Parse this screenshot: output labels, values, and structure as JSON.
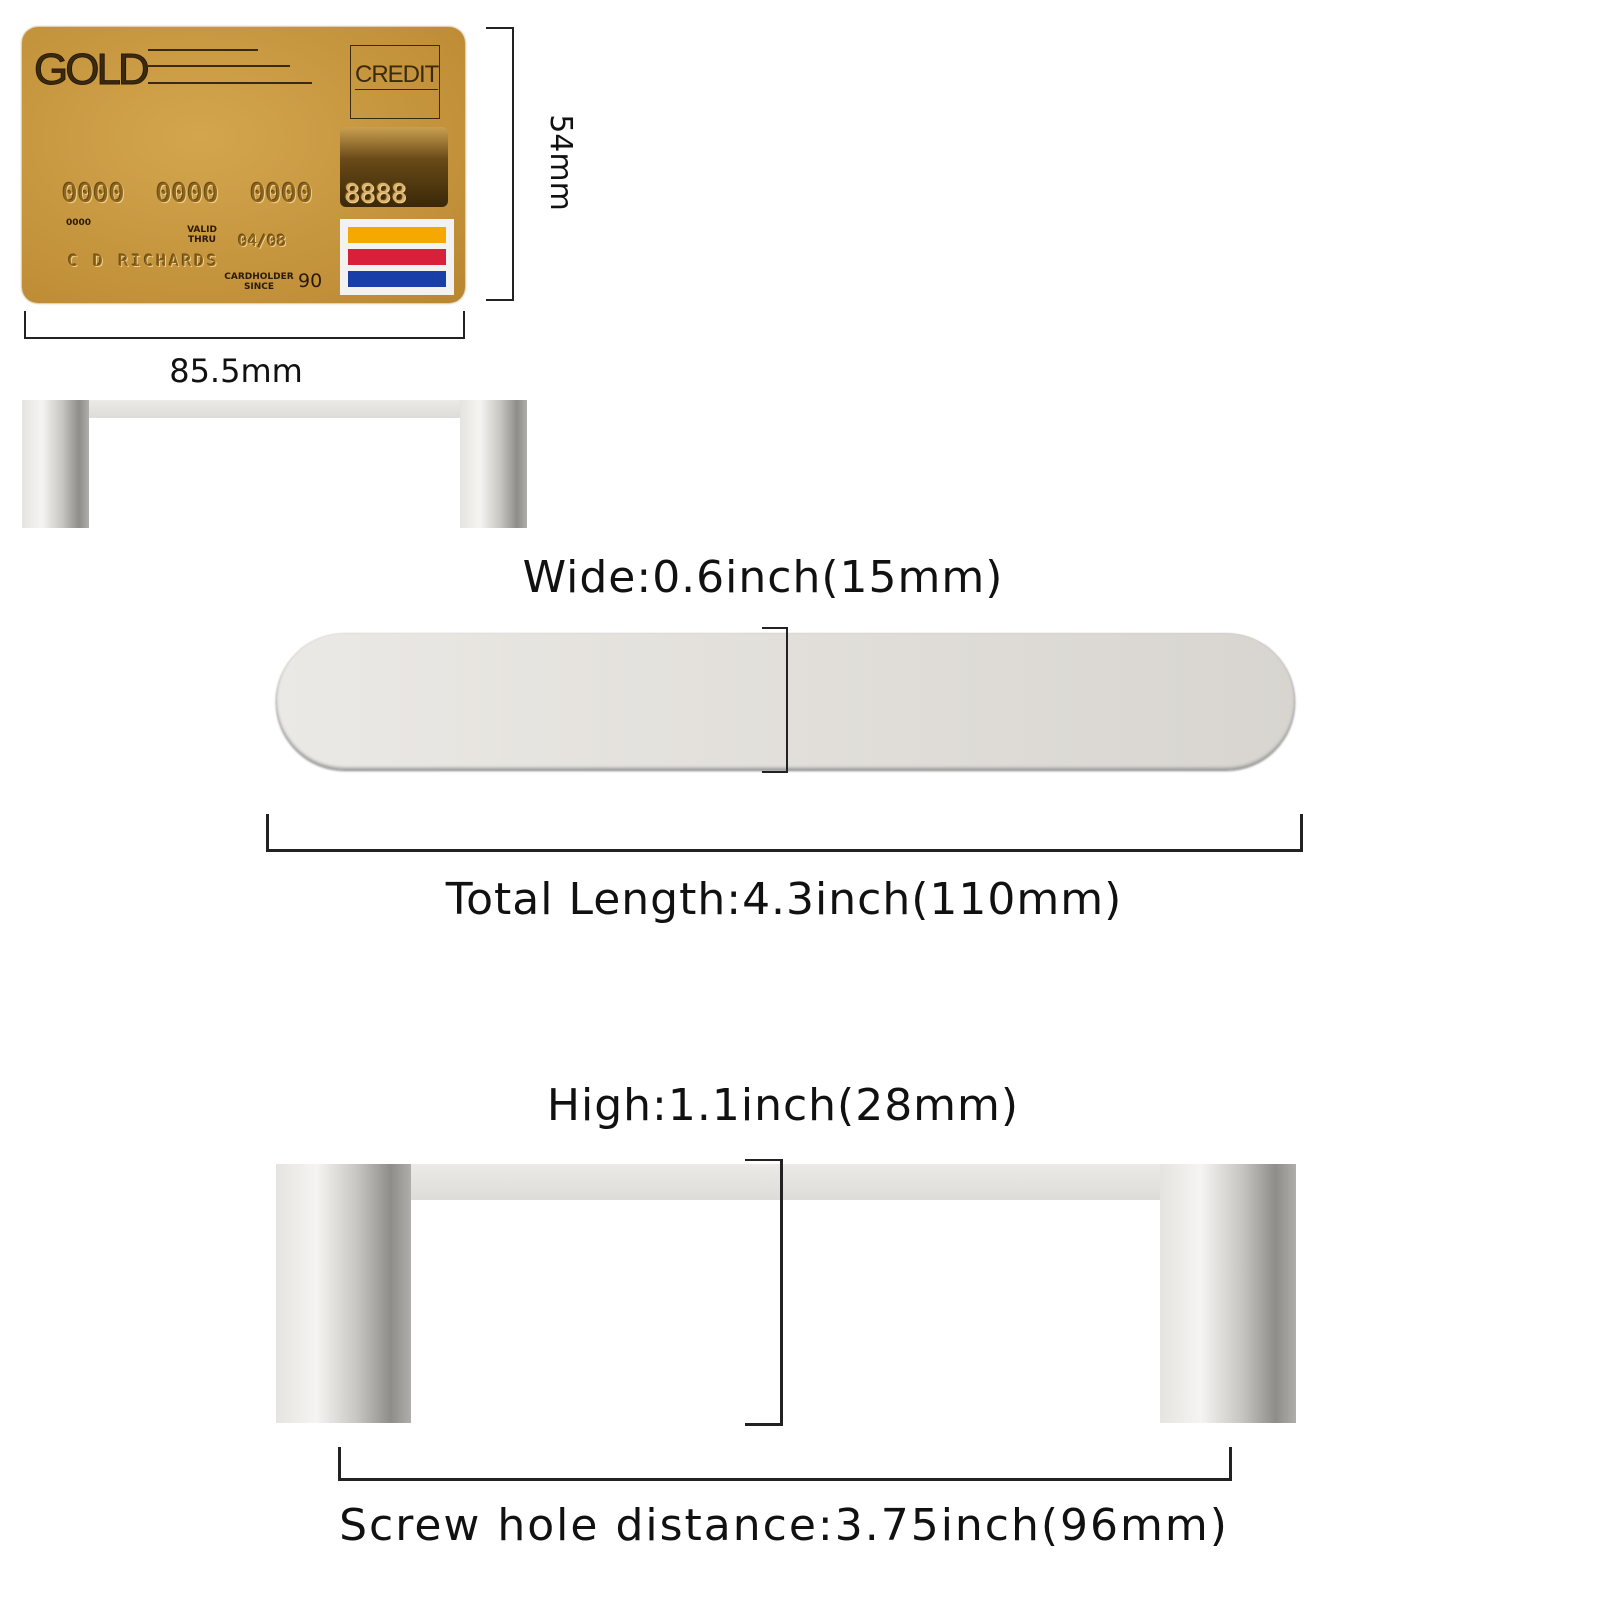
{
  "card": {
    "brand": "GOLD",
    "type": "CREDIT",
    "number": [
      "0000",
      "0000",
      "0000",
      "8888"
    ],
    "small_number": "0000",
    "valid_label": "VALID THRU",
    "valid": "04/08",
    "name": "C D RICHARDS",
    "since_label": "CARDHOLDER SINCE",
    "since": "90",
    "flag_colors": [
      "#f5a800",
      "#d8203a",
      "#1a3ea8"
    ]
  },
  "card_dims": {
    "height": "54mm",
    "width": "85.5mm"
  },
  "dims": {
    "wide": "Wide:0.6inch(15mm)",
    "length": "Total Length:4.3inch(110mm)",
    "high": "High:1.1inch(28mm)",
    "screw": "Screw hole distance:3.75inch(96mm)"
  }
}
